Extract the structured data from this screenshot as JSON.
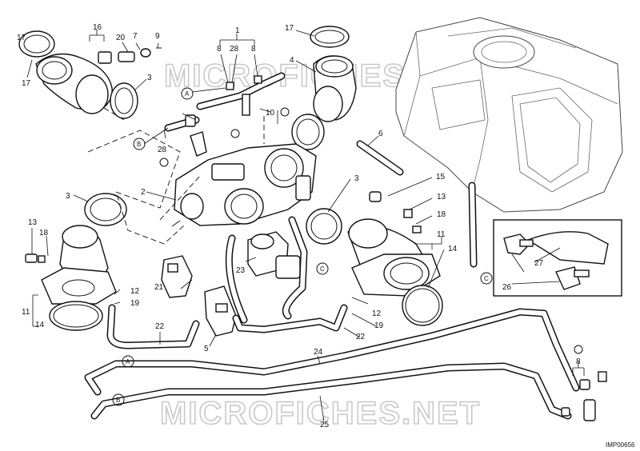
{
  "watermark": "MICROFICHES.NET",
  "drawing_code": "IMP00656",
  "callouts": {
    "c1": "1",
    "c2": "2",
    "c3a": "3",
    "c3b": "3",
    "c3c": "3",
    "c4": "4",
    "c5": "5",
    "c6": "6",
    "c7": "7",
    "c8a": "8",
    "c8b": "8",
    "c8c": "8",
    "c9": "9",
    "c10": "10",
    "c11a": "11",
    "c11b": "11",
    "c12a": "12",
    "c12b": "12",
    "c13a": "13",
    "c13b": "13",
    "c14a": "14",
    "c14b": "14",
    "c15": "15",
    "c16": "16",
    "c17a": "17",
    "c17b": "17",
    "c18a": "18",
    "c18b": "18",
    "c19a": "19",
    "c19b": "19",
    "c20": "20",
    "c21": "21",
    "c22a": "22",
    "c22b": "22",
    "c23": "23",
    "c24": "24",
    "c25": "25",
    "c26": "26",
    "c27": "27",
    "c28a": "28",
    "c28b": "28"
  },
  "ref_letters": {
    "a1": "A",
    "a2": "A",
    "b1": "B",
    "b2": "B",
    "c1": "C",
    "c2": "C"
  }
}
